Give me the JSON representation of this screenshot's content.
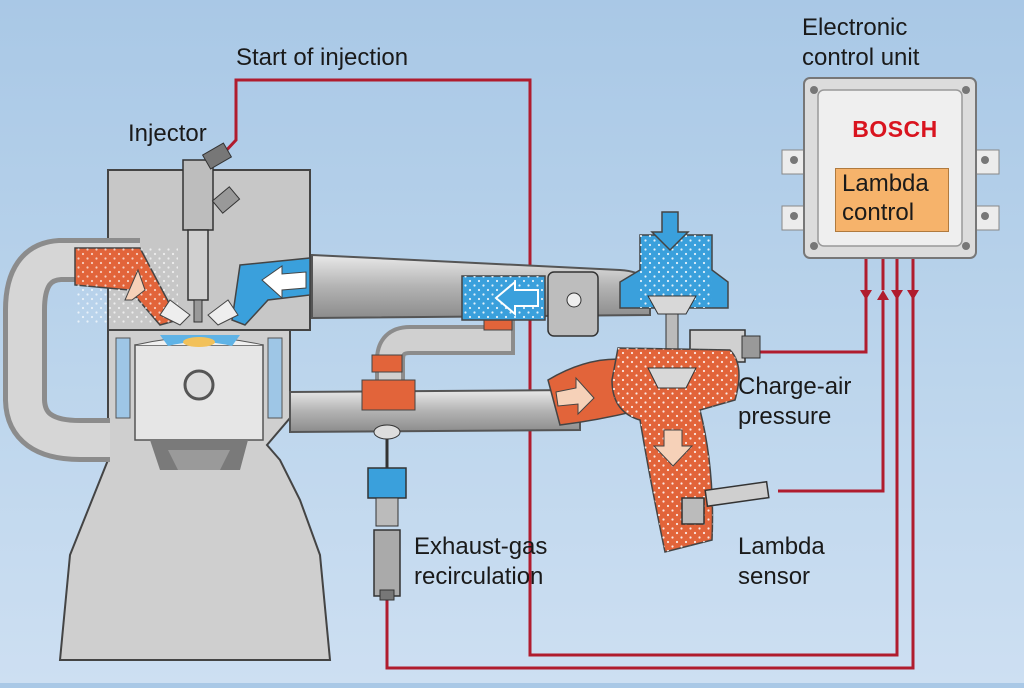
{
  "labels": {
    "start_of_injection": "Start of injection",
    "injector": "Injector",
    "ecu_line1": "Electronic",
    "ecu_line2": "control unit",
    "ecu_brand": "BOSCH",
    "lambda_control_line1": "Lambda",
    "lambda_control_line2": "control",
    "charge_air_line1": "Charge-air",
    "charge_air_line2": "pressure",
    "egr_line1": "Exhaust-gas",
    "egr_line2": "recirculation",
    "lambda_sensor_line1": "Lambda",
    "lambda_sensor_line2": "sensor"
  },
  "colors": {
    "background": "#b9d3ec",
    "signal_wire": "#b01c2e",
    "exhaust": "#e2643a",
    "intake_air": "#3aa0dc",
    "metal": "#bfbfbf",
    "ecu_panel": "#f6b36b",
    "brand": "#d9141f"
  },
  "icons": [
    "arrow-up-icon",
    "arrow-down-icon",
    "arrow-left-icon",
    "arrow-right-icon"
  ]
}
